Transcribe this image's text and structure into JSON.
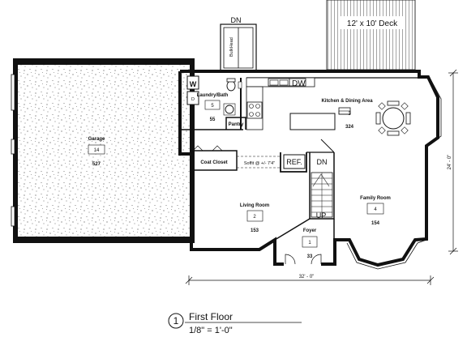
{
  "deck": {
    "label": "12' x 10' Deck"
  },
  "bulkhead": {
    "dn": "DN",
    "label": "BulkHead"
  },
  "garage": {
    "name": "Garage",
    "number": "14",
    "area": "527"
  },
  "laundry": {
    "name": "Laundry/Bath",
    "number": "5",
    "area": "55",
    "w": "W",
    "d": "D"
  },
  "pantry": {
    "name": "Pantry"
  },
  "kitchen": {
    "name": "Kitchen & Dining Area",
    "number": "3",
    "area": "324",
    "dw": "DW"
  },
  "coat_closet": {
    "name": "Coat Closet"
  },
  "soffit": {
    "label": "Soffit @ +/- 7'4\""
  },
  "ref": {
    "label": "REF."
  },
  "stairs": {
    "dn": "DN",
    "up": "UP"
  },
  "living": {
    "name": "Living Room",
    "number": "2",
    "area": "153"
  },
  "family": {
    "name": "Family Room",
    "number": "4",
    "area": "154"
  },
  "foyer": {
    "name": "Foyer",
    "number": "1",
    "area": "33"
  },
  "dimensions": {
    "width": "32' - 0\"",
    "depth": "24' - 0\""
  },
  "sheet": {
    "number": "1",
    "title": "First Floor",
    "scale": "1/8\" = 1'-0\""
  }
}
